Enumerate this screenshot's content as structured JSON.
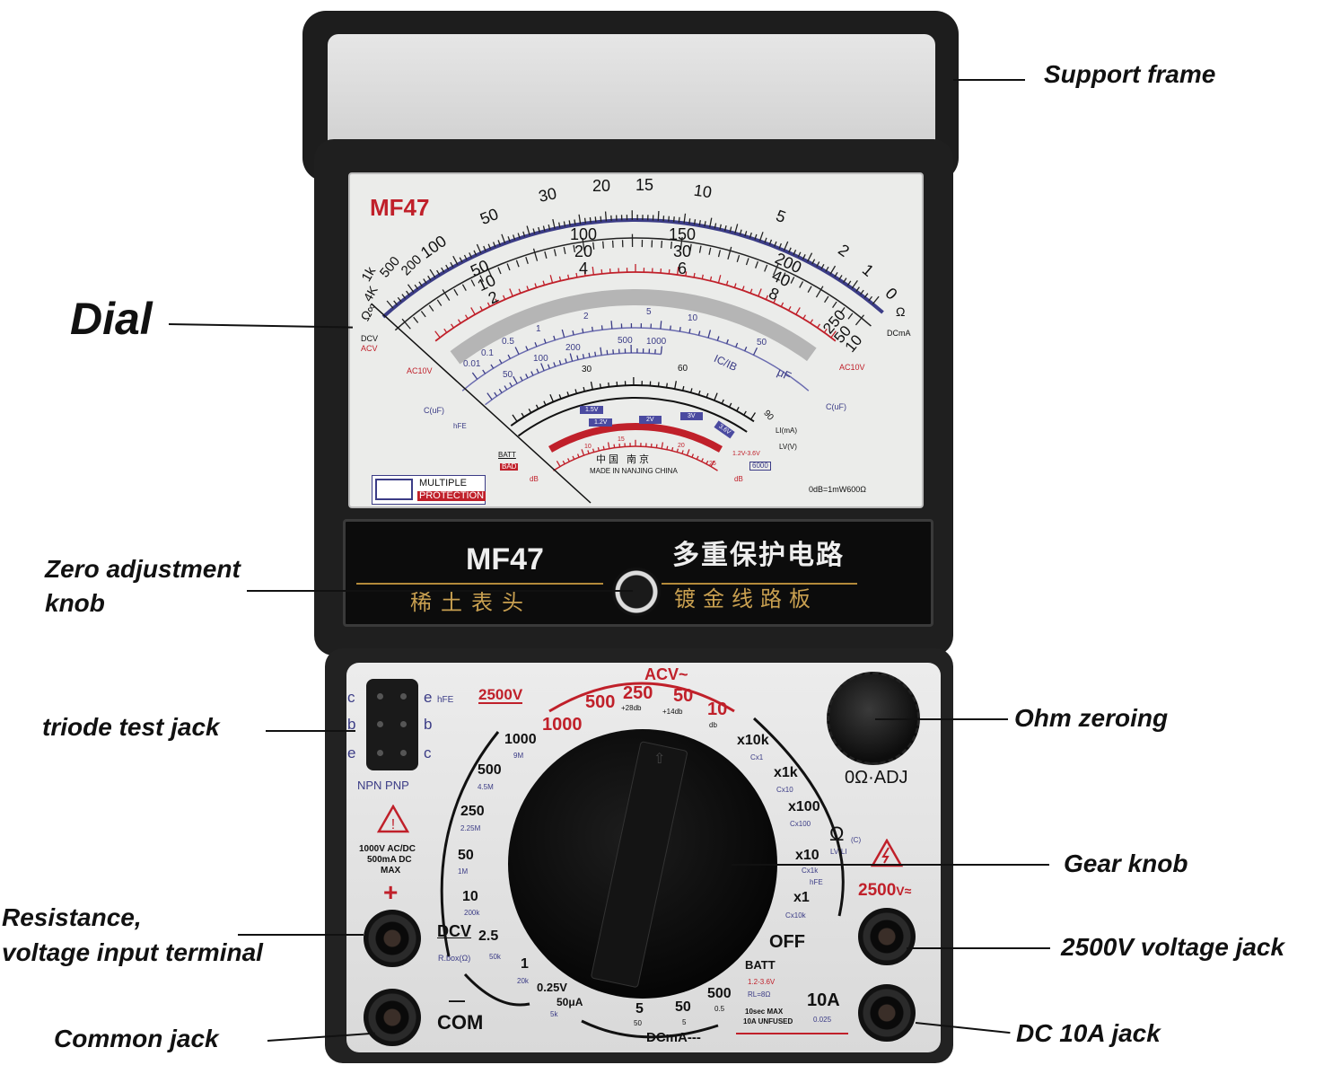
{
  "annotations": {
    "support_frame": "Support frame",
    "dial": "Dial",
    "zero_adjustment": [
      "Zero adjustment",
      "knob"
    ],
    "triode_test_jack": "triode test jack",
    "resistance_terminal": [
      "Resistance,",
      "voltage input terminal"
    ],
    "common_jack": "Common jack",
    "ohm_zeroing": "Ohm zeroing",
    "gear_knob": "Gear knob",
    "voltage_jack": "2500V voltage jack",
    "dc10a_jack": "DC 10A jack"
  },
  "dial": {
    "brand": "MF47",
    "ohm_scale": [
      "1k",
      "500",
      "200",
      "100",
      "50",
      "30",
      "20",
      "15",
      "10",
      "5",
      "2",
      "1",
      "0"
    ],
    "ohm_left": [
      "4K",
      "Ω∞"
    ],
    "dc_scale_a": [
      "50",
      "10",
      "2"
    ],
    "dc_scale_b": [
      "100",
      "20",
      "4"
    ],
    "dc_scale_c": [
      "150",
      "30",
      "6"
    ],
    "dc_scale_d": [
      "200",
      "40",
      "8"
    ],
    "dc_scale_e": [
      "250",
      "50",
      "10"
    ],
    "ohm_unit": "Ω",
    "dcma": "DCmA",
    "dcv": "DCV",
    "acv": "ACV",
    "ac10v_left": "AC10V",
    "ac10v_right": "AC10V",
    "cap_left": "C(uF)",
    "cap_right": "C(uF)",
    "hfe": "hFE",
    "cap_scale": [
      "0.01",
      "0.1",
      "0.5",
      "1",
      "2",
      "5",
      "10",
      "50"
    ],
    "hfe_scale": [
      "50",
      "100",
      "200",
      "500",
      "1000"
    ],
    "icib": "IC/IB",
    "uf": "μF",
    "li_scale": [
      "30",
      "60",
      "90"
    ],
    "li": "LI(mA)",
    "lv": "LV(V)",
    "batt": "BATT",
    "bad": "BAD",
    "db_left": "dB",
    "db_right": "dB",
    "db_scale": [
      "10",
      "15",
      "20",
      "25"
    ],
    "batt_boxes": [
      "1.5V",
      "1.2V",
      "2V",
      "3V",
      "3.6V"
    ],
    "batt_range": "1.2V-3.6V",
    "load": "6000",
    "origin_cn": "中国  南京",
    "origin_en": "MADE IN NANJING CHINA",
    "db_ref": "0dB=1mW600Ω",
    "logo_top": "MULTIPLE",
    "logo_bottom": "PROTECTION"
  },
  "plate": {
    "model": "MF47",
    "title_cn": "多重保护电路",
    "left_gold": "稀土表头",
    "right_gold": "镀金线路板"
  },
  "panel": {
    "acv": "ACV~",
    "v2500": "2500V",
    "acv_ranges": [
      "1000",
      "500",
      "250",
      "50",
      "10"
    ],
    "acv_db": [
      "+28db",
      "+14db",
      "db"
    ],
    "dcv_ranges": [
      {
        "v": "1000",
        "r": "9M"
      },
      {
        "v": "500",
        "r": "4.5M"
      },
      {
        "v": "250",
        "r": "2.25M"
      },
      {
        "v": "50",
        "r": "1M"
      },
      {
        "v": "10",
        "r": "200k"
      },
      {
        "v": "2.5",
        "r": "50k"
      },
      {
        "v": "1",
        "r": "20k"
      },
      {
        "v": "0.25V",
        "r": ""
      },
      {
        "v": "50μA",
        "r": "5k"
      }
    ],
    "dcv": "DCV",
    "rbox": "R.box(Ω)",
    "dcma_ranges": [
      {
        "v": "5",
        "r": "50"
      },
      {
        "v": "50",
        "r": "5"
      },
      {
        "v": "500",
        "r": "0.5"
      }
    ],
    "dcma": "DCmA---",
    "ohm_ranges": [
      {
        "v": "x10k",
        "r": "Cx1"
      },
      {
        "v": "x1k",
        "r": "Cx10"
      },
      {
        "v": "x100",
        "r": "Cx100"
      },
      {
        "v": "x10",
        "r": "Cx1k"
      },
      {
        "v": "x1",
        "r": "Cx10k"
      }
    ],
    "hfe": "hFE",
    "ohm": "Ω",
    "ohm_c": "(C)",
    "lvli": "LV·LI",
    "off": "OFF",
    "batt": "BATT",
    "batt_range": "1.2-3.6V",
    "batt_rl": "RL=8Ω",
    "a10_note": [
      "10sec MAX",
      "10A UNFUSED"
    ],
    "a10": "10A",
    "a10_r": "0.025",
    "adj": "0Ω·ADJ",
    "v2500_jack": "2500",
    "v2500_unit": "V≈",
    "warning": [
      "1000V AC/DC",
      "500mA DC",
      "MAX"
    ],
    "plus": "+",
    "minus": "—",
    "com": "COM",
    "npn_pnp": "NPN PNP",
    "pins_left": [
      "c",
      "b",
      "e"
    ],
    "pins_right": [
      "e",
      "b",
      "c"
    ],
    "accent_red": "#c0202a",
    "accent_blue": "#3b3c86"
  }
}
